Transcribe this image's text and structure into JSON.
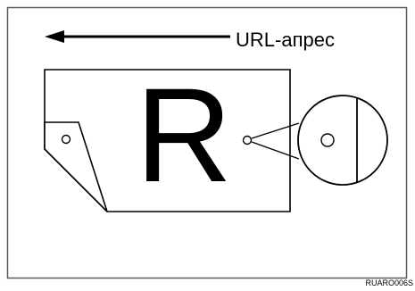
{
  "diagram": {
    "arrow_label": "URL-апрес",
    "page_letter": "R",
    "figure_code": "RUARO006S",
    "colors": {
      "line": "#000000",
      "background": "#ffffff",
      "frame": "#5a5a5a"
    }
  }
}
